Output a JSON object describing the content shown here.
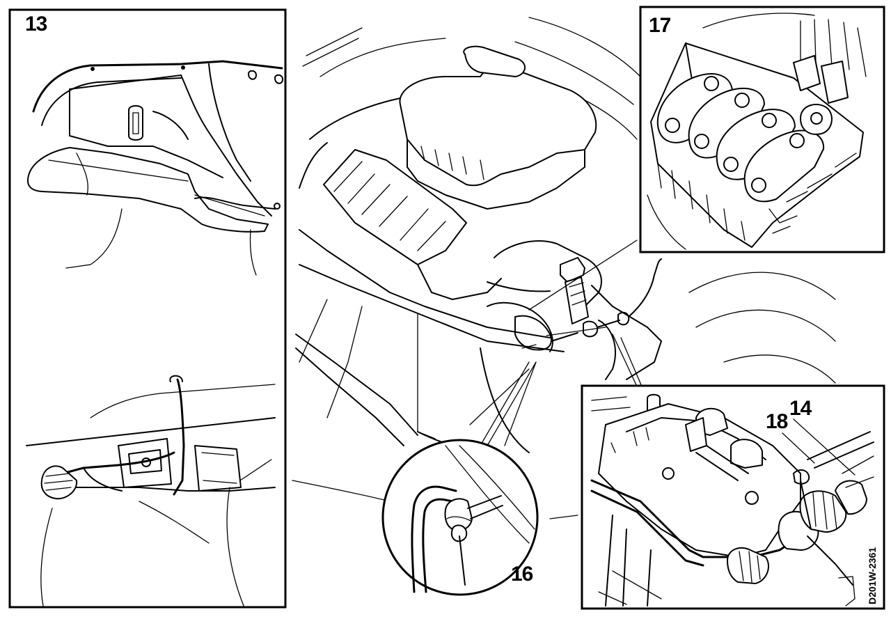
{
  "figure": {
    "panels": {
      "top_left": {
        "number": "13"
      },
      "top_right": {
        "number": "17"
      },
      "bottom_center_detail": {
        "number": "16"
      },
      "bottom_right_detail": {
        "callouts": [
          "18",
          "14"
        ]
      }
    },
    "reference_code": "D201W-2361"
  }
}
